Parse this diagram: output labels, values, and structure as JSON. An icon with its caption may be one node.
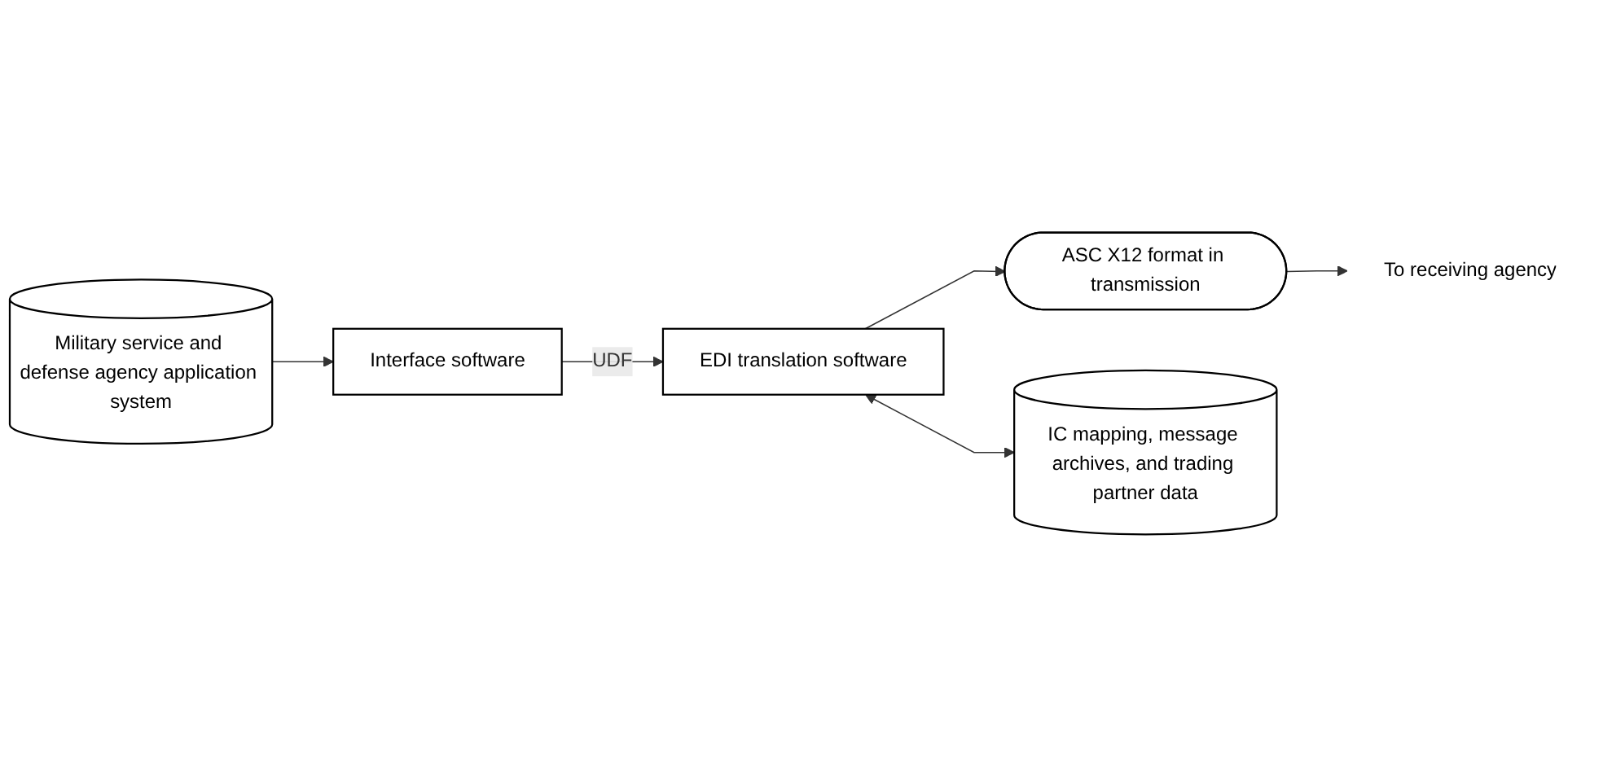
{
  "diagram": {
    "nodes": [
      {
        "text": [
          "Military service and defense agency application system"
        ]
      },
      {
        "text": [
          "Interface software"
        ]
      },
      {
        "text": [
          "EDI translation software"
        ]
      },
      {
        "text": [
          "ASC X12 format in transmission"
        ]
      },
      {
        "text": [
          "IC mapping, message archives, and trading partner data"
        ]
      },
      {
        "text": [
          "To receiving agency"
        ]
      }
    ],
    "edges": [
      {
        "from": 0,
        "to": 1,
        "arrow": "to"
      },
      {
        "from": 1,
        "to": 2,
        "arrow": "to",
        "label": "UDF"
      },
      {
        "from": 2,
        "to": 3,
        "arrow": "to"
      },
      {
        "from": 2,
        "to": 4,
        "arrow": "both"
      },
      {
        "from": 3,
        "to": 5,
        "arrow": "to"
      }
    ]
  }
}
